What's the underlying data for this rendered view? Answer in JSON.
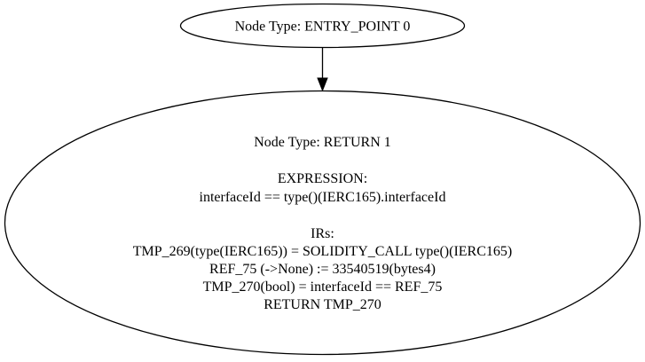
{
  "nodes": [
    {
      "id": "entry",
      "lines": [
        "Node Type: ENTRY_POINT 0"
      ]
    },
    {
      "id": "return",
      "lines": [
        "Node Type: RETURN 1",
        "",
        "EXPRESSION:",
        "interfaceId == type()(IERC165).interfaceId",
        "",
        "IRs:",
        "TMP_269(type(IERC165)) = SOLIDITY_CALL type()(IERC165)",
        "REF_75 (->None) := 33540519(bytes4)",
        "TMP_270(bool) = interfaceId == REF_75",
        "RETURN TMP_270"
      ]
    }
  ],
  "edges": [
    {
      "from": "entry",
      "to": "return"
    }
  ]
}
